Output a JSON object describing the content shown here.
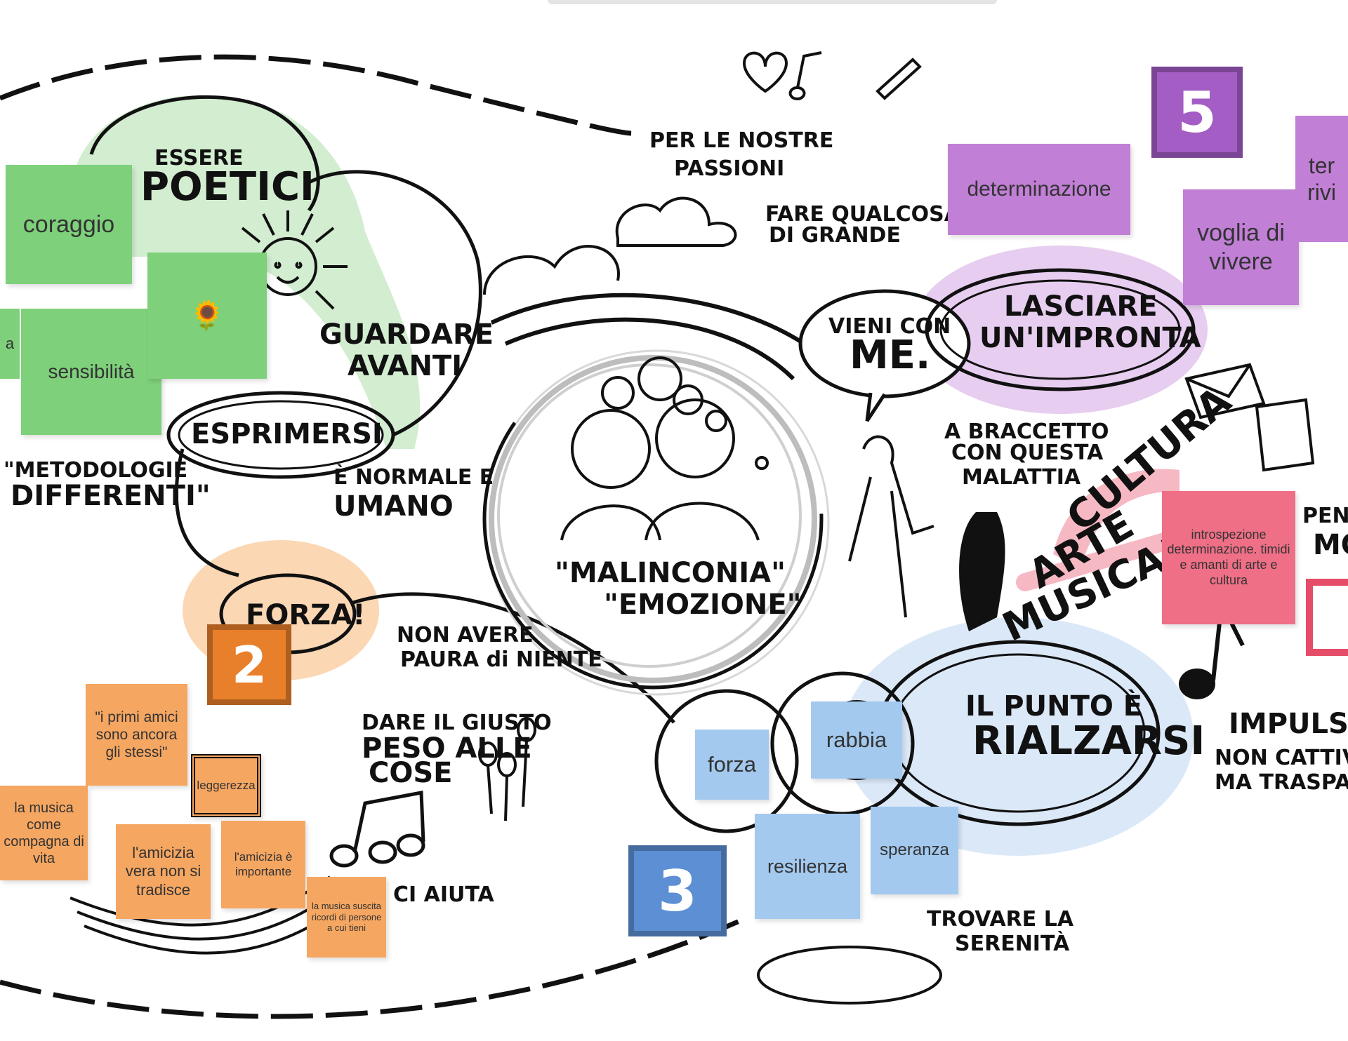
{
  "sections": {
    "top_left": {
      "labels": {
        "essere": "ESSERE",
        "poetici": "POETICI",
        "guardare": "GUARDARE",
        "avanti": "AVANTI",
        "esprimersi": "ESPRIMERSI",
        "metodologie": "\"METODOLOGIE",
        "differenti": "DIFFERENTI\"",
        "normale": "È NORMALE E",
        "umano": "UMANO"
      },
      "notes": [
        "coraggio",
        "sensibilità",
        "a"
      ],
      "sunflower": "🌻"
    },
    "bottom_left": {
      "badge": "2",
      "labels": {
        "forza": "FORZA!",
        "non_avere": "NON AVERE",
        "paura": "PAURA di NIENTE",
        "dare": "DARE IL GIUSTO",
        "peso": "PESO ALLE",
        "cose": "COSE",
        "ci_aiuta": "CI AIUTA"
      },
      "notes": {
        "primi_amici": "\"i primi amici sono ancora gli stessi\"",
        "leggerezza": "leggerezza",
        "musica_compagna": "la musica come compagna di vita",
        "amicizia_vera": "l'amicizia vera non si tradisce",
        "amicizia_importante": "l'amicizia è importante",
        "musica_ricordi": "la musica suscita ricordi di persone a cui tieni"
      }
    },
    "center": {
      "labels": {
        "per_le_nostre": "PER LE NOSTRE",
        "passioni": "PASSIONI",
        "fare_qualcosa": "FARE QUALCOSA",
        "di_grande": "DI GRANDE",
        "malinconia": "\"MALINCONIA\"",
        "emozione": "\"EMOZIONE\"",
        "vieni_con": "VIENI CON",
        "me": "ME.",
        "a_braccetto": "A BRACCETTO",
        "con_questa": "CON QUESTA",
        "malattia": "MALATTIA"
      }
    },
    "bottom_center": {
      "badge": "3",
      "labels": {
        "il_punto": "IL PUNTO È",
        "rialzarsi": "RIALZARSI",
        "trovare": "TROVARE LA",
        "serenita": "SERENITÀ"
      },
      "notes": [
        "forza",
        "rabbia",
        "resilienza",
        "speranza"
      ]
    },
    "top_right": {
      "badge": "5",
      "labels": {
        "lasciare": "LASCIARE",
        "impronta": "UN'IMPRONTA",
        "cultura": "CULTURA",
        "arte": "ARTE",
        "musica": "MUSICA!",
        "impulsivita": "IMPULSIVIT",
        "non_cattiveria": "NON CATTIVERIA",
        "ma_trasparenza": "MA TRASPARE",
        "pen": "PEN",
        "mo": "MO"
      },
      "notes": {
        "determinazione": "determinazione",
        "voglia": "voglia di vivere",
        "ter": "ter rivi",
        "introspezione": "introspezione determinazione. timidi e amanti di arte e cultura"
      }
    }
  },
  "colors": {
    "green": "#7ed07a",
    "orange": "#f5a661",
    "blue": "#a3c9ef",
    "purple": "#c17fd6",
    "pink": "#ee6f86",
    "ink": "#111111"
  }
}
